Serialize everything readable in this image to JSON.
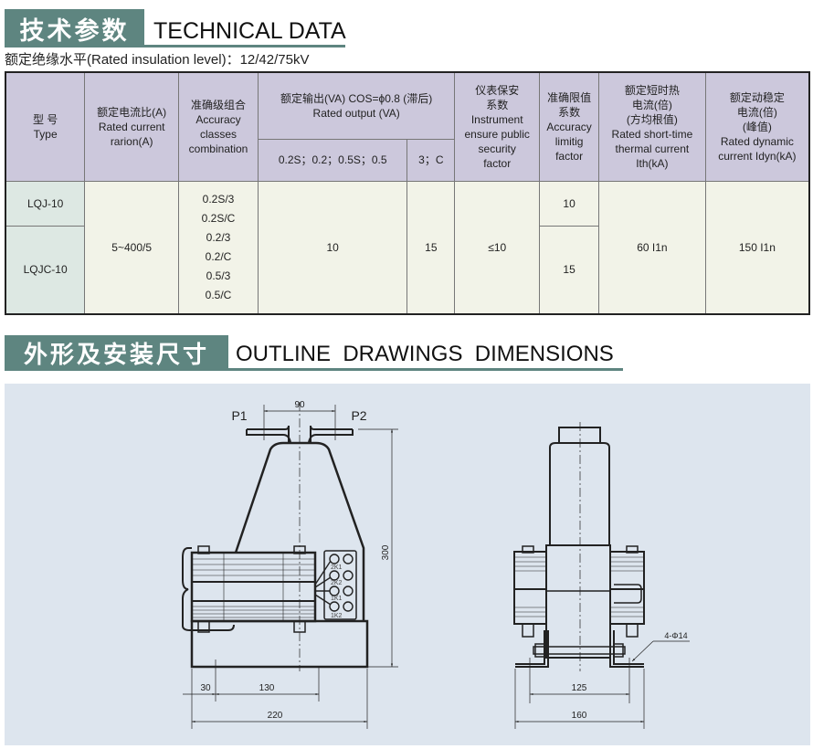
{
  "section1": {
    "title_cn": "技术参数",
    "title_en": "TECHNICAL DATA"
  },
  "insulation": "额定绝缘水平(Rated insulation level)：12/42/75kV",
  "table": {
    "headers": {
      "type": [
        "型 号",
        "Type"
      ],
      "ratio": [
        "额定电流比(A)",
        "Rated current",
        "rarion(A)"
      ],
      "accuracy": [
        "准确级组合",
        "Accuracy",
        "classes",
        "combination"
      ],
      "output": [
        "额定输出(VA) COS=ϕ0.8 (滞后)",
        "Rated output (VA)"
      ],
      "output_sub": [
        "0.2S；0.2；0.5S；0.5",
        "3；C"
      ],
      "security": [
        "仪表保安",
        "系数",
        "Instrument",
        "ensure public",
        "security",
        "factor"
      ],
      "limit": [
        "准确限值",
        "系数",
        "Accuracy",
        "limitig",
        "factor"
      ],
      "thermal": [
        "额定短时热",
        "电流(倍)",
        "(方均根值)",
        "Rated short-time",
        "thermal current",
        "Ith(kA)"
      ],
      "dynamic": [
        "额定动稳定",
        "电流(倍)",
        "(峰值)",
        "Rated dynamic",
        "current Idyn(kA)"
      ]
    },
    "rows": {
      "types": [
        "LQJ-10",
        "LQJC-10"
      ],
      "ratio": "5~400/5",
      "accuracy": [
        "0.2S/3",
        "0.2S/C",
        "0.2/3",
        "0.2/C",
        "0.5/3",
        "0.5/C"
      ],
      "output_a": "10",
      "output_b": "15",
      "security": "≤10",
      "limit": [
        "10",
        "15"
      ],
      "thermal": "60 I1n",
      "dynamic": "150 I1n"
    }
  },
  "section2": {
    "title_cn": "外形及安装尺寸",
    "title_en": "OUTLINE  DRAWINGS  DIMENSIONS"
  },
  "drawing": {
    "front": {
      "p1": "P1",
      "p2": "P2",
      "dim_top": "90",
      "dim_height": "300",
      "dim_30": "30",
      "dim_130": "130",
      "dim_220": "220",
      "terminals": [
        "2K1",
        "2K2",
        "1K1",
        "1K2"
      ]
    },
    "side": {
      "dim_125": "125",
      "dim_160": "160",
      "holes": "4-Φ14"
    }
  }
}
